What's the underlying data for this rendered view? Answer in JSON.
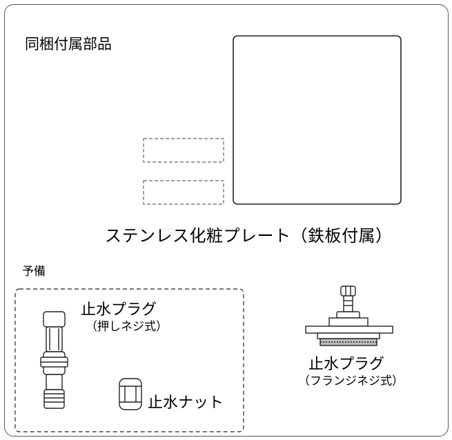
{
  "labels": {
    "included_parts": "同梱付属部品",
    "plate": "ステンレス化粧プレート（鉄板付属）",
    "spare": "予備",
    "plug_push_name": "止水プラグ",
    "plug_push_type": "（押しネジ式）",
    "nut": "止水ナット",
    "plug_flange_name": "止水プラグ",
    "plug_flange_type": "（フランジネジ式）"
  },
  "colors": {
    "line": "#222222",
    "frame": "#555555",
    "dashed": "#666666"
  }
}
